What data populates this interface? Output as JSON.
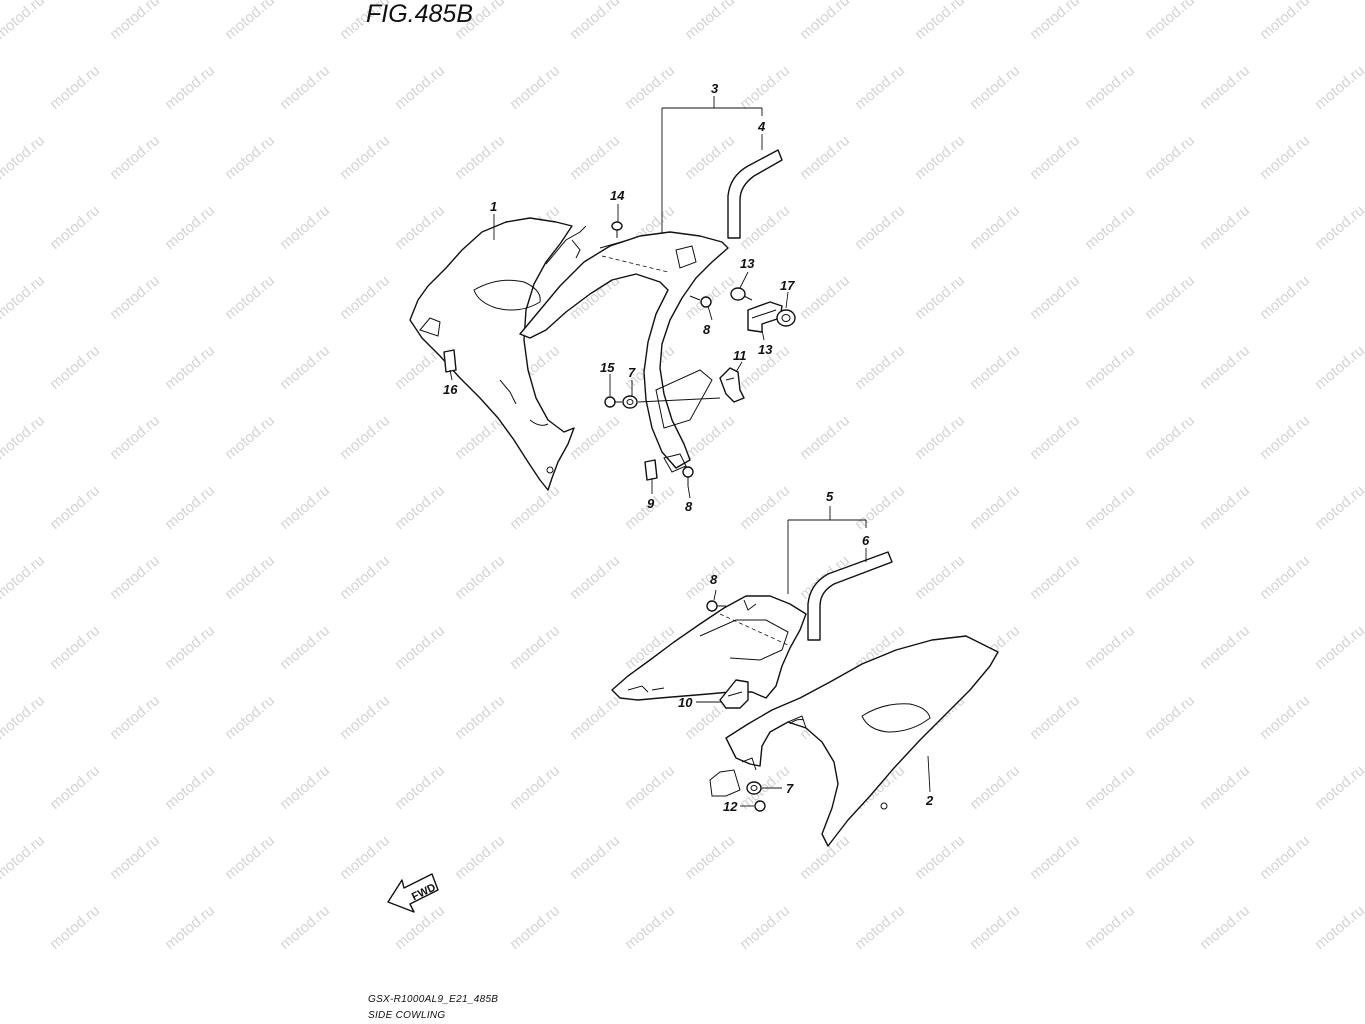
{
  "figure": {
    "title": "FIG.485B",
    "watermark": "motod.ru",
    "fwd_label": "FWD",
    "model_code": "GSX-R1000AL9_E21_485B",
    "caption": "SIDE COWLING"
  },
  "callouts": [
    {
      "id": "c1",
      "label": "1"
    },
    {
      "id": "c2",
      "label": "2"
    },
    {
      "id": "c3",
      "label": "3"
    },
    {
      "id": "c4",
      "label": "4"
    },
    {
      "id": "c5",
      "label": "5"
    },
    {
      "id": "c6",
      "label": "6"
    },
    {
      "id": "c7a",
      "label": "7"
    },
    {
      "id": "c7b",
      "label": "7"
    },
    {
      "id": "c8a",
      "label": "8"
    },
    {
      "id": "c8b",
      "label": "8"
    },
    {
      "id": "c8c",
      "label": "8"
    },
    {
      "id": "c9",
      "label": "9"
    },
    {
      "id": "c10",
      "label": "10"
    },
    {
      "id": "c11",
      "label": "11"
    },
    {
      "id": "c12",
      "label": "12"
    },
    {
      "id": "c13a",
      "label": "13"
    },
    {
      "id": "c13b",
      "label": "13"
    },
    {
      "id": "c14",
      "label": "14"
    },
    {
      "id": "c15",
      "label": "15"
    },
    {
      "id": "c16",
      "label": "16"
    },
    {
      "id": "c17",
      "label": "17"
    }
  ]
}
